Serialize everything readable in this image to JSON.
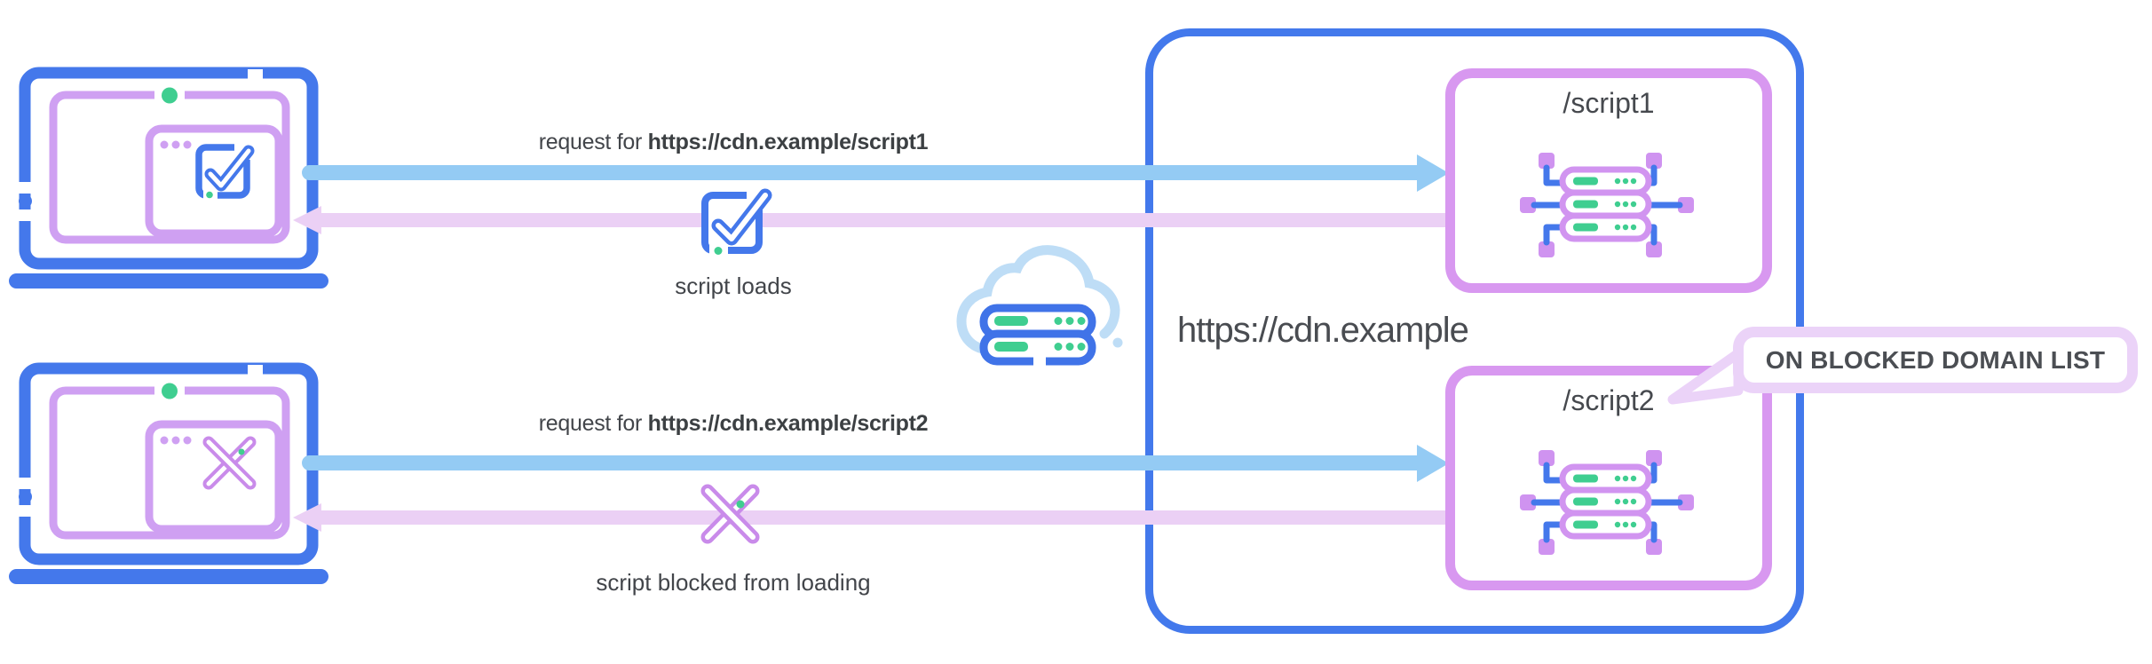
{
  "palette": {
    "laptop_blue": "#4478EB",
    "cdn_box_blue": "#4379EC",
    "request_arrow_blue": "#94CBF4",
    "response_arrow_lavender": "#EBD0F5",
    "purple_outline": "#CFA0F2",
    "purple_strong": "#C98BEA",
    "script_box_purple": "#D898F0",
    "green_status": "#3FCE90",
    "cloud_light_blue": "#BEDDF6",
    "text_gray": "#43464B"
  },
  "flows": [
    {
      "request_prefix": "request for ",
      "request_url": "https://cdn.example/script1",
      "result_label": "script loads",
      "result_icon": "check-square-icon"
    },
    {
      "request_prefix": "request for ",
      "request_url": "https://cdn.example/script2",
      "result_label": "script blocked from loading",
      "result_icon": "cross-icon"
    }
  ],
  "cdn": {
    "domain": "https://cdn.example",
    "endpoints": [
      {
        "path": "/script1"
      },
      {
        "path": "/script2"
      }
    ],
    "callout_label": "ON BLOCKED DOMAIN LIST"
  },
  "icons": {
    "middle": "cloud-server-icon",
    "client_ok": "browser-check-icon",
    "client_blocked": "browser-cross-icon",
    "endpoint": "server-network-icon"
  }
}
